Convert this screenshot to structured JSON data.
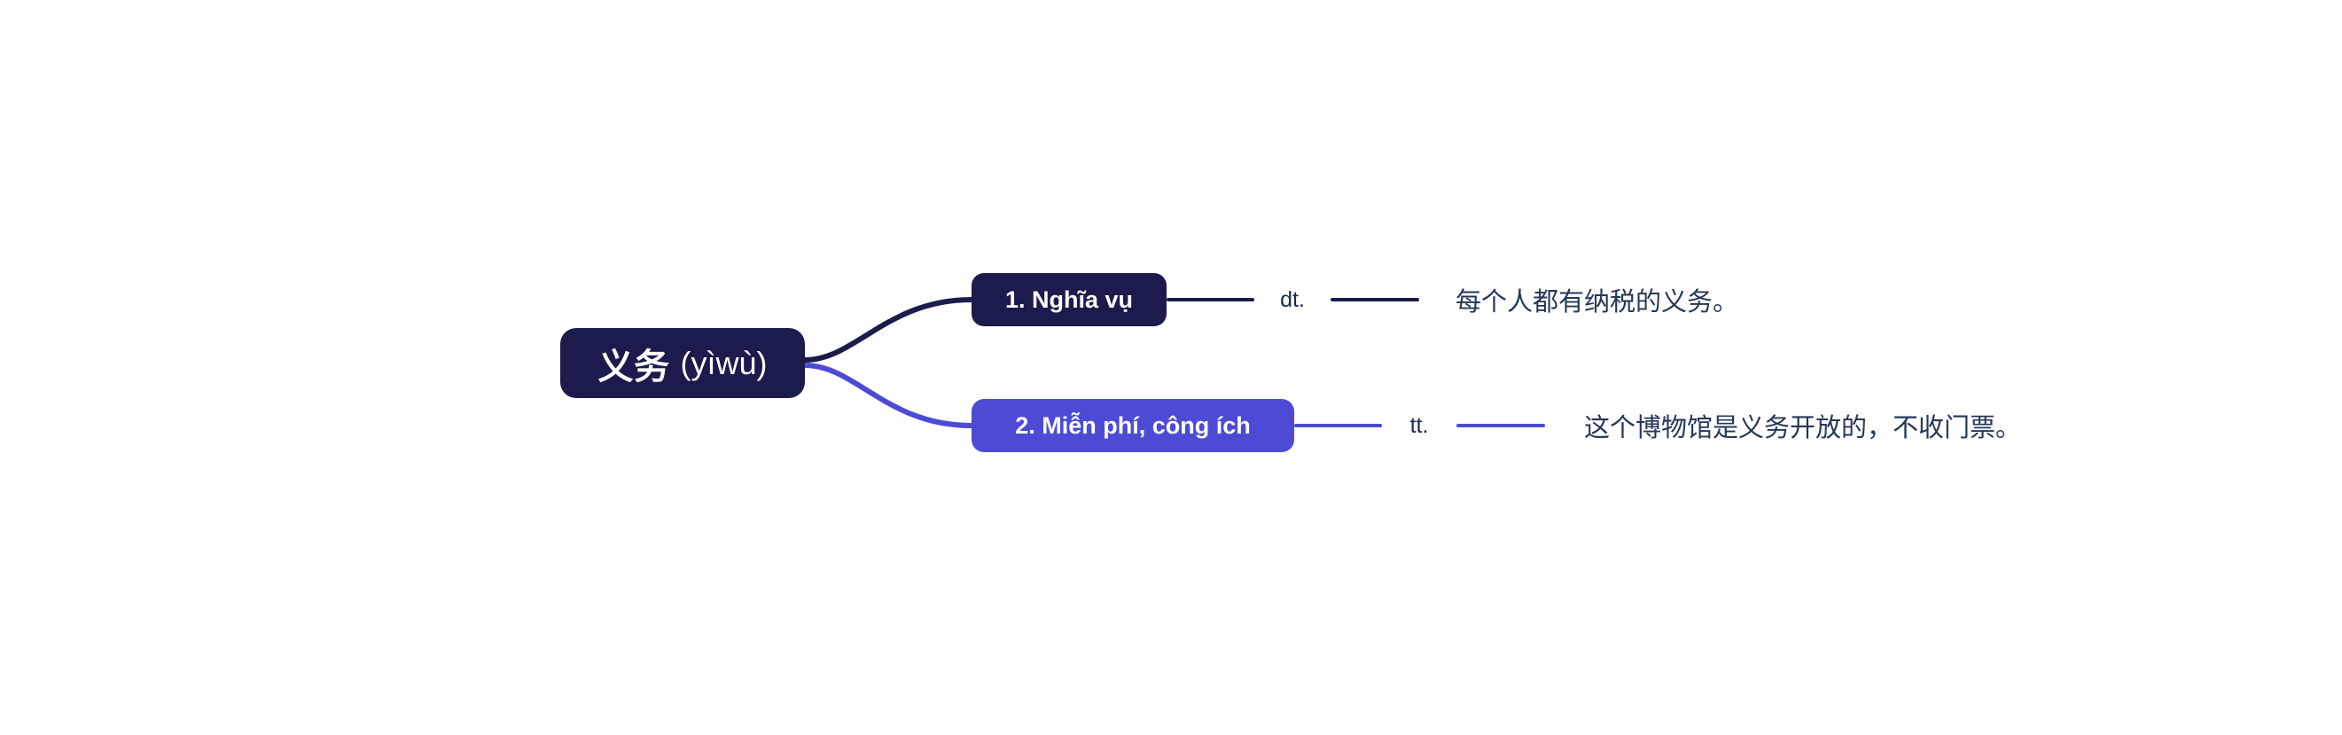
{
  "diagram": {
    "type": "mind-map",
    "title": "义务 (yìwù) vocabulary mind map",
    "colors": {
      "root_fill": "#1b1b4d",
      "branch_1_fill": "#1b1b4d",
      "branch_2_fill": "#4d4bd6",
      "edge_1_stroke": "#1b1b4d",
      "edge_2_stroke": "#4d4bd6",
      "example_text": "#253757",
      "label_text": "#1b2a50",
      "background": "#ffffff"
    }
  },
  "root": {
    "headword": "义务",
    "pinyin": "(yìwù)"
  },
  "branches": [
    {
      "node_label": "1. Nghĩa vụ",
      "pos_label": "dt.",
      "example": "每个人都有纳税的义务。"
    },
    {
      "node_label": "2. Miễn phí, công ích",
      "pos_label": "tt.",
      "example": "这个博物馆是义务开放的，不收门票。"
    }
  ]
}
